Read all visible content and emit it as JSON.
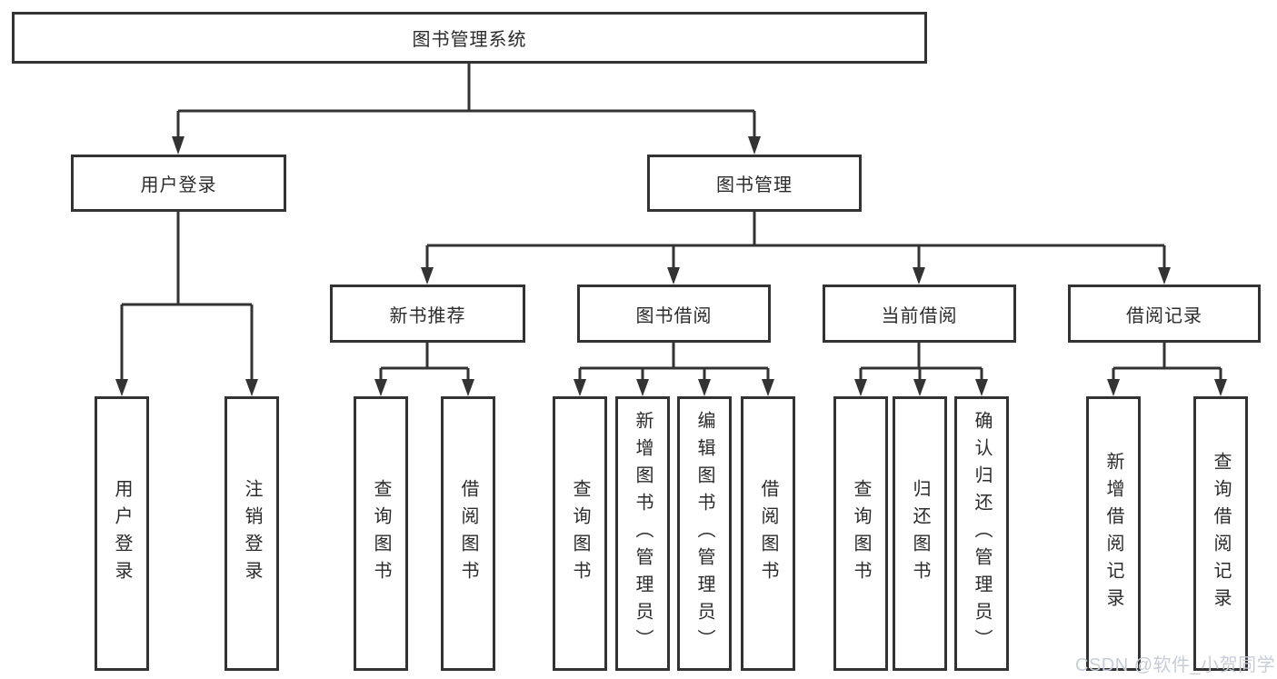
{
  "tree": {
    "label": "图书管理系统",
    "children": [
      {
        "label": "用户登录",
        "children": [
          {
            "label": "用户登录"
          },
          {
            "label": "注销登录"
          }
        ]
      },
      {
        "label": "图书管理",
        "children": [
          {
            "label": "新书推荐",
            "children": [
              {
                "label": "查询图书"
              },
              {
                "label": "借阅图书"
              }
            ]
          },
          {
            "label": "图书借阅",
            "children": [
              {
                "label": "查询图书"
              },
              {
                "label": "新增图书（管理员）"
              },
              {
                "label": "编辑图书（管理员）"
              },
              {
                "label": "借阅图书"
              }
            ]
          },
          {
            "label": "当前借阅",
            "children": [
              {
                "label": "查询图书"
              },
              {
                "label": "归还图书"
              },
              {
                "label": "确认归还（管理员）"
              }
            ]
          },
          {
            "label": "借阅记录",
            "children": [
              {
                "label": "新增借阅记录"
              },
              {
                "label": "查询借阅记录"
              }
            ]
          }
        ]
      }
    ]
  },
  "watermark": {
    "text": "CSDN @软件_小贺同学"
  },
  "colors": {
    "line": "#333333",
    "box_border": "#333333",
    "text": "#2b2b2b",
    "watermark": "#c8ccd8",
    "background": "#ffffff"
  }
}
